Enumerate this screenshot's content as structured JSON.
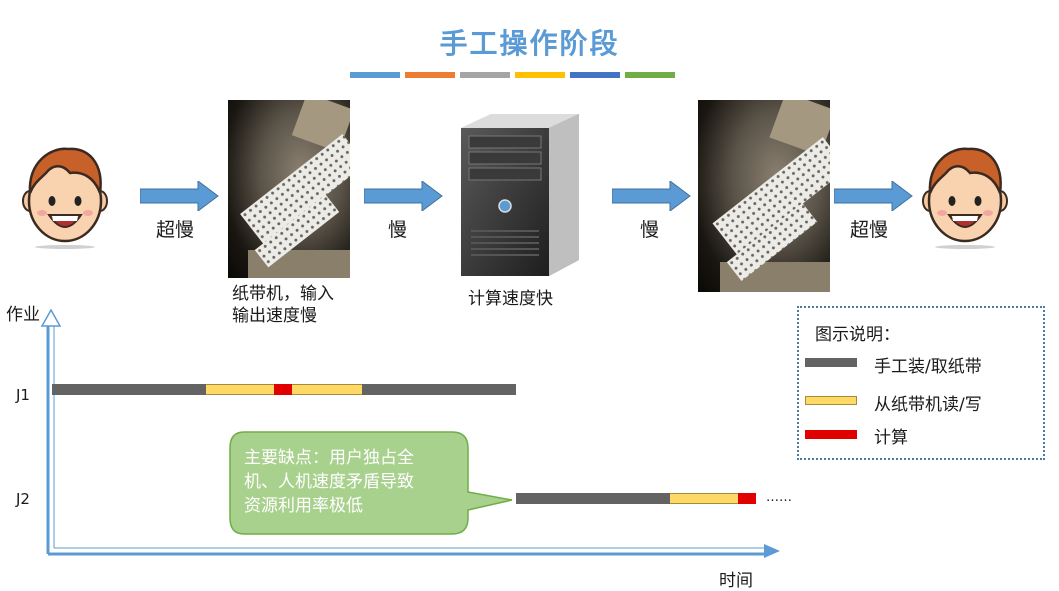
{
  "title": "手工操作阶段",
  "colors": {
    "title": "#5b9bd5",
    "arrow": "#5b9bd5",
    "manual": "#636363",
    "read_write": "#ffd966",
    "compute": "#e10000",
    "callout_fill": "#a9d18e",
    "callout_border": "#70ad47",
    "legend_border": "#4a7ca8",
    "color_bar": [
      "#5b9bd5",
      "#ed7d31",
      "#a5a5a5",
      "#ffc000",
      "#4472c4",
      "#70ad47"
    ]
  },
  "flow": {
    "arrow1_label": "超慢",
    "arrow2_label": "慢",
    "arrow3_label": "慢",
    "arrow4_label": "超慢",
    "tape_caption_line1": "纸带机，输入",
    "tape_caption_line2": "输出速度慢",
    "computer_caption": "计算速度快"
  },
  "chart": {
    "y_axis_label": "作业",
    "x_axis_label": "时间",
    "j1_label": "J1",
    "j2_label": "J2",
    "ellipsis": "……"
  },
  "callout": {
    "line1": "主要缺点：用户独占全",
    "line2": "机、人机速度矛盾导致",
    "line3": "资源利用率极低"
  },
  "legend": {
    "title": "图示说明：",
    "items": [
      {
        "label": "手工装/取纸带",
        "color": "#636363"
      },
      {
        "label": "从纸带机读/写",
        "color": "#ffd966"
      },
      {
        "label": "计算",
        "color": "#e10000"
      }
    ]
  }
}
